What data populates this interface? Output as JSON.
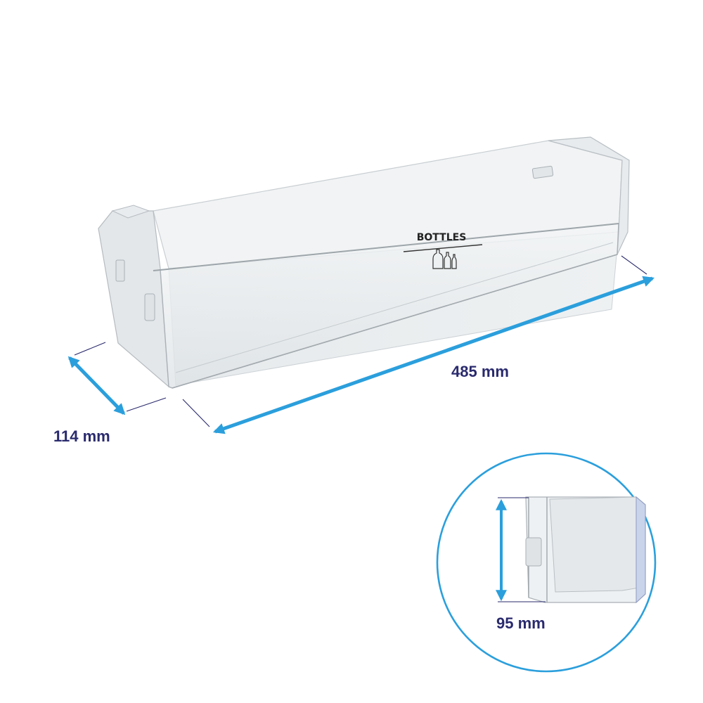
{
  "product": {
    "shelf_label": "BOTTLES",
    "shelf_icon": "bottles-icon"
  },
  "dimensions": {
    "length": "485 mm",
    "depth": "114 mm",
    "height": "95 mm"
  },
  "colors": {
    "arrow": "#2b9fdc",
    "label_text": "#2a2a6e",
    "circle": "#2b9fdc"
  }
}
